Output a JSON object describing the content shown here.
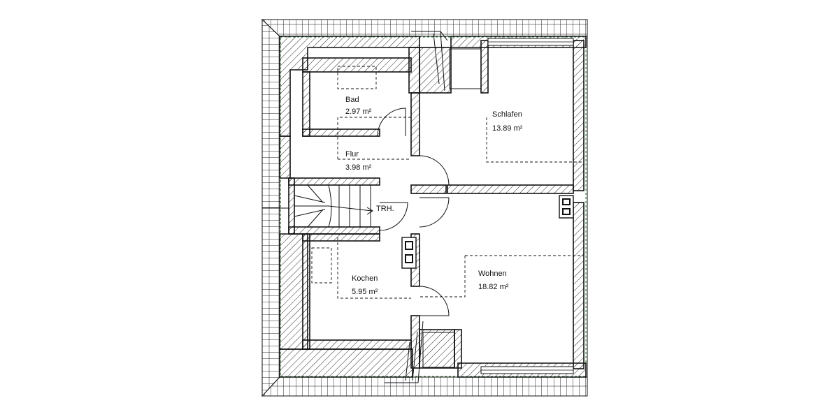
{
  "rooms": {
    "bad": {
      "name": "Bad",
      "area": "2.97 m²"
    },
    "flur": {
      "name": "Flur",
      "area": "3.98 m²"
    },
    "schlafen": {
      "name": "Schlafen",
      "area": "13.89 m²"
    },
    "kochen": {
      "name": "Kochen",
      "area": "5.95 m²"
    },
    "wohnen": {
      "name": "Wohnen",
      "area": "18.82 m²"
    }
  },
  "stair_label": "TRH.",
  "colors": {
    "line": "#111111",
    "guide": "#2e7d32",
    "background": "#ffffff"
  }
}
